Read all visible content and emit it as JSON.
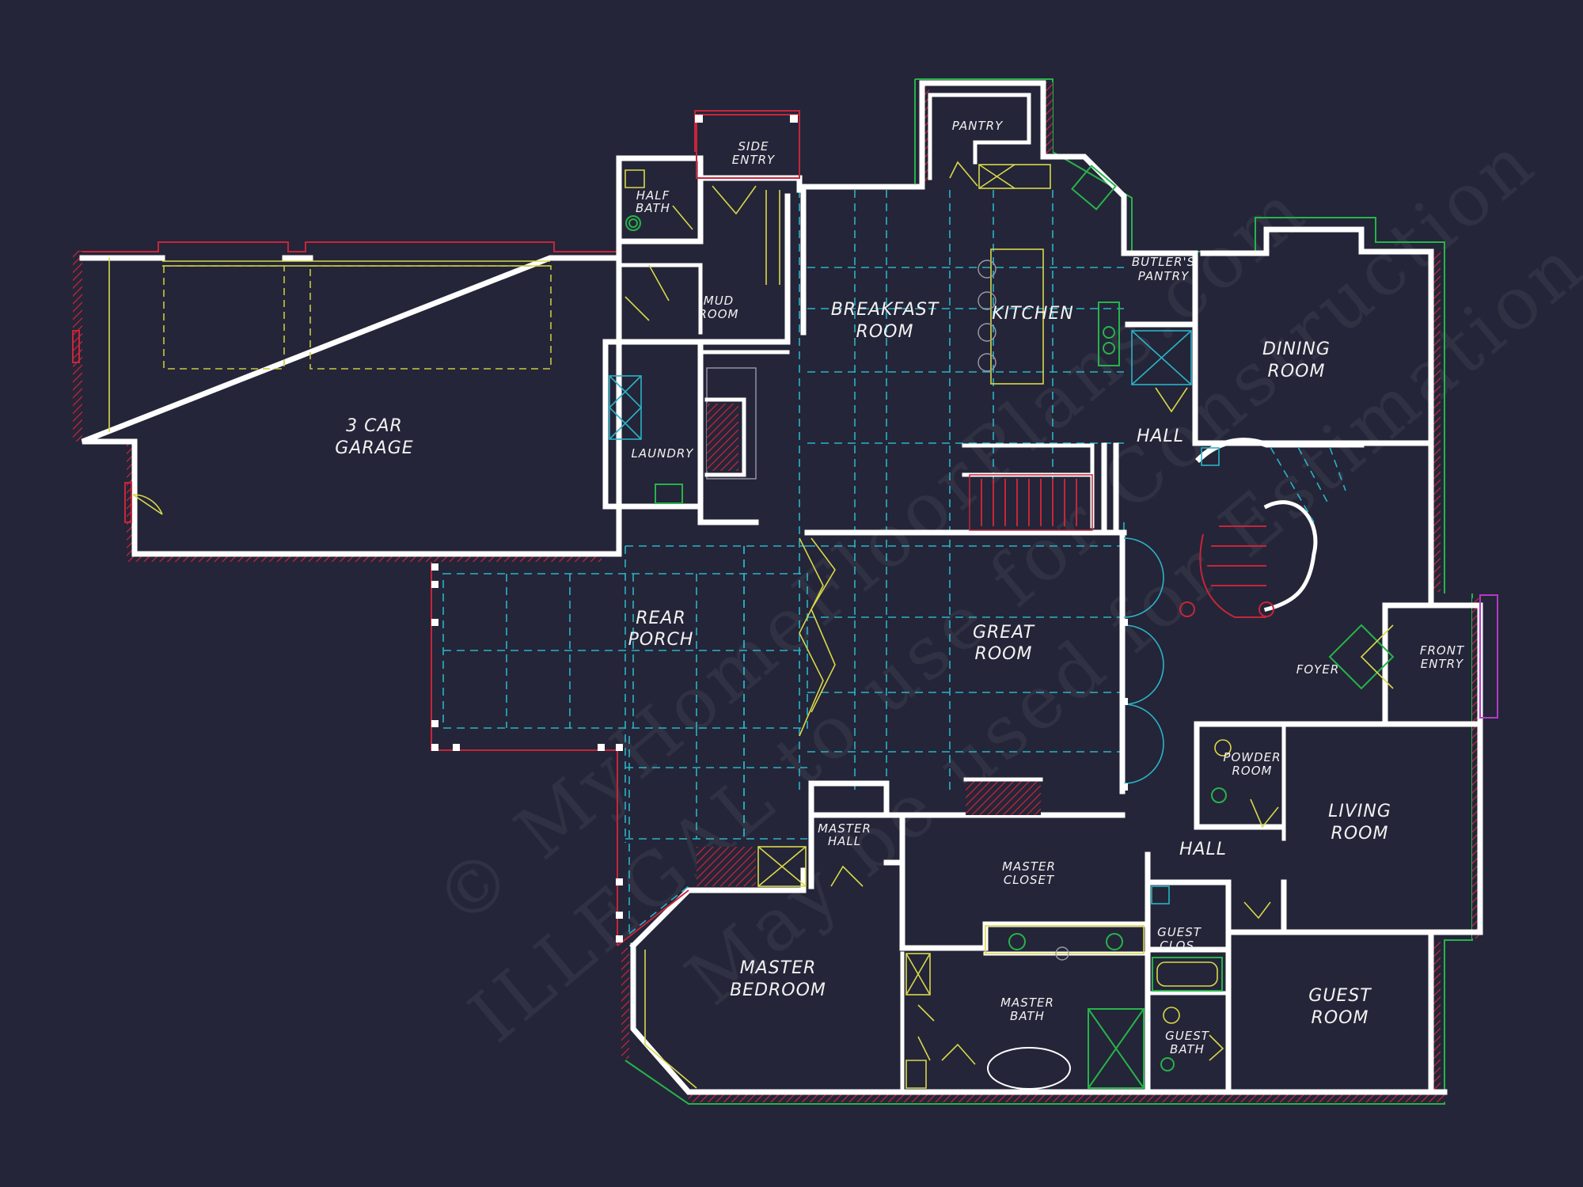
{
  "rooms": {
    "garage": [
      "3 CAR",
      "GARAGE"
    ],
    "half_bath": [
      "HALF",
      "BATH"
    ],
    "side_entry": [
      "SIDE",
      "ENTRY"
    ],
    "mud_room": [
      "MUD",
      "ROOM"
    ],
    "laundry": [
      "LAUNDRY"
    ],
    "pantry": [
      "PANTRY"
    ],
    "breakfast_room": [
      "BREAKFAST",
      "ROOM"
    ],
    "kitchen": [
      "KITCHEN"
    ],
    "butlers_pantry": [
      "BUTLER'S",
      "PANTRY"
    ],
    "dining_room": [
      "DINING",
      "ROOM"
    ],
    "hall_upper": [
      "HALL"
    ],
    "rear_porch": [
      "REAR",
      "PORCH"
    ],
    "great_room": [
      "GREAT",
      "ROOM"
    ],
    "foyer": [
      "FOYER"
    ],
    "front_entry": [
      "FRONT",
      "ENTRY"
    ],
    "powder_room": [
      "POWDER",
      "ROOM"
    ],
    "living_room": [
      "LIVING",
      "ROOM"
    ],
    "hall_lower": [
      "HALL"
    ],
    "master_hall": [
      "MASTER",
      "HALL"
    ],
    "master_closet": [
      "MASTER",
      "CLOSET"
    ],
    "guest_closet": [
      "GUEST",
      "CLOS."
    ],
    "master_bedroom": [
      "MASTER",
      "BEDROOM"
    ],
    "master_bath": [
      "MASTER",
      "BATH"
    ],
    "guest_bath": [
      "GUEST",
      "BATH"
    ],
    "guest_room": [
      "GUEST",
      "ROOM"
    ]
  },
  "watermark": {
    "line1": "© MyHomeFloorPlans.com",
    "line2": "ILLEGAL to use for Construction",
    "line3": "May be used for Estimation"
  },
  "colors": {
    "background": "#242538",
    "walls": "#ffffff",
    "outline_red": "#c7253a",
    "outline_green": "#27b34a",
    "fixtures_yellow": "#d8d84a",
    "grid_cyan": "#2bb3c6"
  }
}
